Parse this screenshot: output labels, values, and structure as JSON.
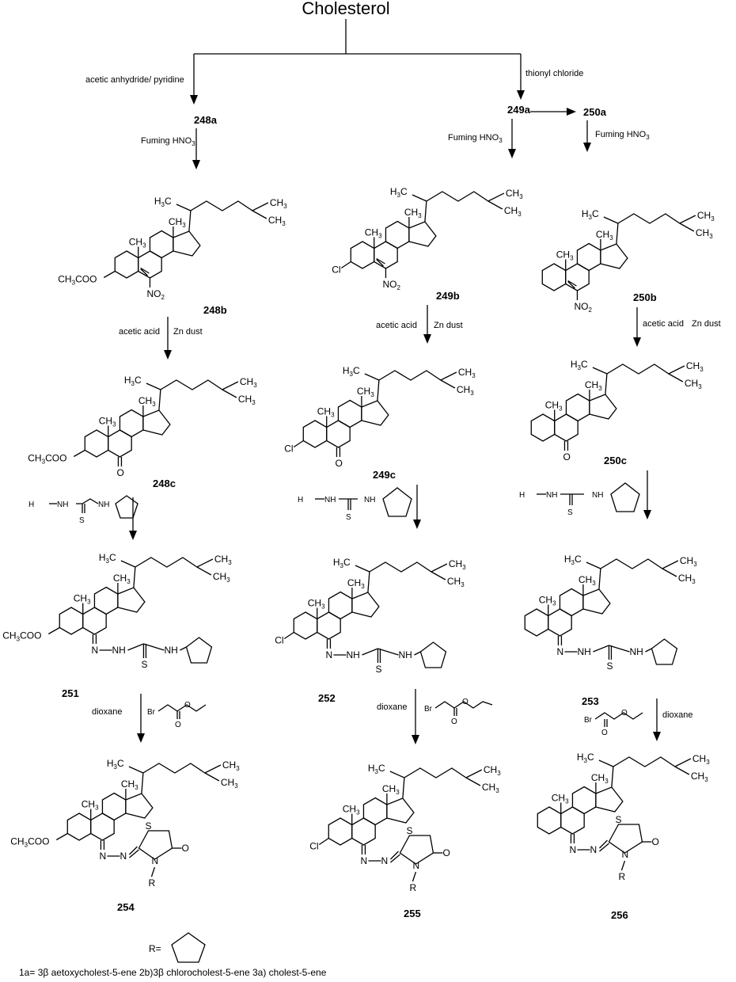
{
  "title": "Cholesterol",
  "reagents": {
    "ac2o": "acetic anhydride/ pyridine",
    "socl2": "thionyl chloride",
    "hno3": "Fuming HNO",
    "hno3_sub": "3",
    "zn_acid": "acetic acid",
    "zn": "Zn dust",
    "dioxane": "dioxane",
    "bromo": "Br"
  },
  "compounds": {
    "c248a": "248a",
    "c249a": "249a",
    "c250a": "250a",
    "c248b": "248b",
    "c249b": "249b",
    "c250b": "250b",
    "c248c": "248c",
    "c249c": "249c",
    "c250c": "250c",
    "c251": "251",
    "c252": "252",
    "c253": "253",
    "c254": "254",
    "c255": "255",
    "c256": "256"
  },
  "atoms": {
    "h3c": "H",
    "ch3": "CH",
    "sub3": "3",
    "sub2": "2",
    "acetoxy": "CH",
    "acetoxy_tail": "COO",
    "cl": "Cl",
    "no2": "NO",
    "o": "O",
    "s": "S",
    "n": "N",
    "nh": "NH",
    "hn": "N",
    "h2n": "H",
    "r": "R",
    "c": "C"
  },
  "r_definition": "R=",
  "footnote": "1a= 3β aetoxycholest-5-ene 2b)3β chlorocholest-5-ene 3a) cholest-5-ene"
}
